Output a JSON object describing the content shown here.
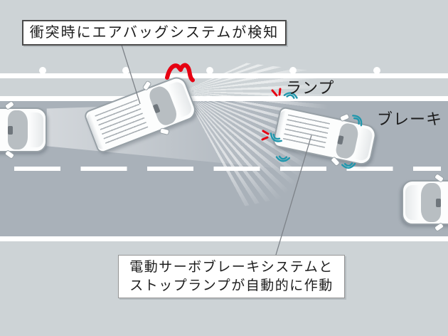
{
  "diagram": {
    "callout_top": "衝突時にエアバッグシステムが検知",
    "callout_bottom_line1": "電動サーボブレーキシステムと",
    "callout_bottom_line2": "ストップランプが自動的に作動",
    "label_lamp": "ランプ",
    "label_brake": "ブレーキ"
  },
  "colors": {
    "shoulder": "#cdd3d6",
    "lane": "#a9b1b9",
    "road_marking": "#ffffff",
    "accent_red": "#e60012",
    "skid_teal": "#2097ad",
    "text": "#1d1d1d",
    "van_outline": "#97a0a6",
    "windshield": "#b8bec2",
    "callout_border_top": "#4a4a4a",
    "callout_border_bottom": "#949494",
    "leader_line": "#7d8288"
  }
}
